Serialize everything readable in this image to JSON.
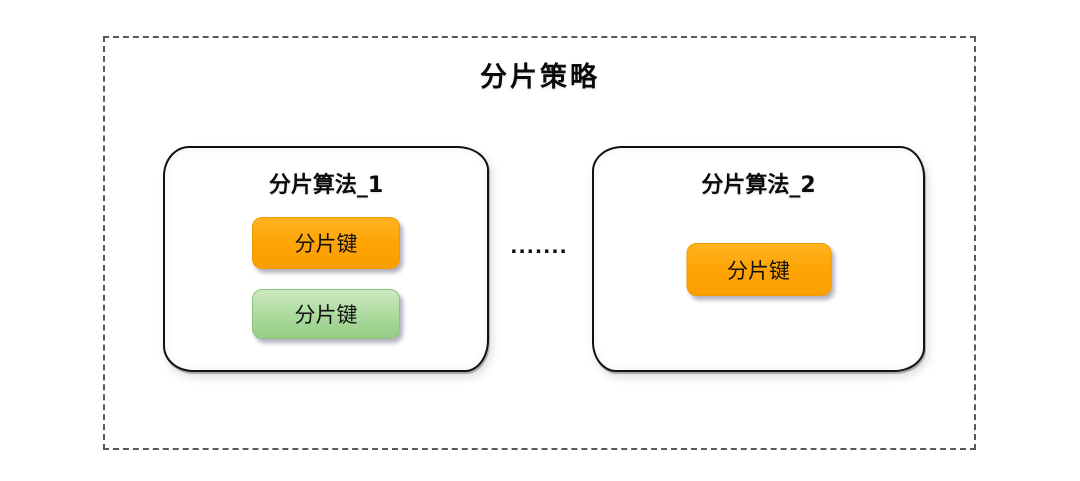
{
  "diagram": {
    "title": "分片策略",
    "ellipsis": ".......",
    "groups": [
      {
        "title": "分片算法_1",
        "keys": [
          {
            "label": "分片键",
            "color": "orange"
          },
          {
            "label": "分片键",
            "color": "green"
          }
        ]
      },
      {
        "title": "分片算法_2",
        "keys": [
          {
            "label": "分片键",
            "color": "orange"
          }
        ]
      }
    ],
    "colors": {
      "shard_key_orange": "#FFA608",
      "shard_key_green": "#A9D89B",
      "box_border": "#121212",
      "frame_dashed_border": "#595959",
      "text": "#0A0A0A",
      "background": "#FFFFFF"
    }
  }
}
